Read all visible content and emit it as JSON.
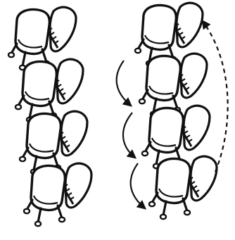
{
  "illustration": {
    "colors": {
      "line": "#111111",
      "fill": "#ffffff"
    },
    "left_column": {
      "chairs": [
        {
          "name": "left-chair-1"
        },
        {
          "name": "left-chair-2"
        },
        {
          "name": "left-chair-3"
        },
        {
          "name": "left-chair-4"
        }
      ]
    },
    "right_column": {
      "chairs": [
        {
          "name": "right-chair-1"
        },
        {
          "name": "right-chair-2"
        },
        {
          "name": "right-chair-3"
        },
        {
          "name": "right-chair-4"
        }
      ],
      "arrows": {
        "down_solid_count": 3,
        "return_dashed_count": 1
      }
    }
  }
}
